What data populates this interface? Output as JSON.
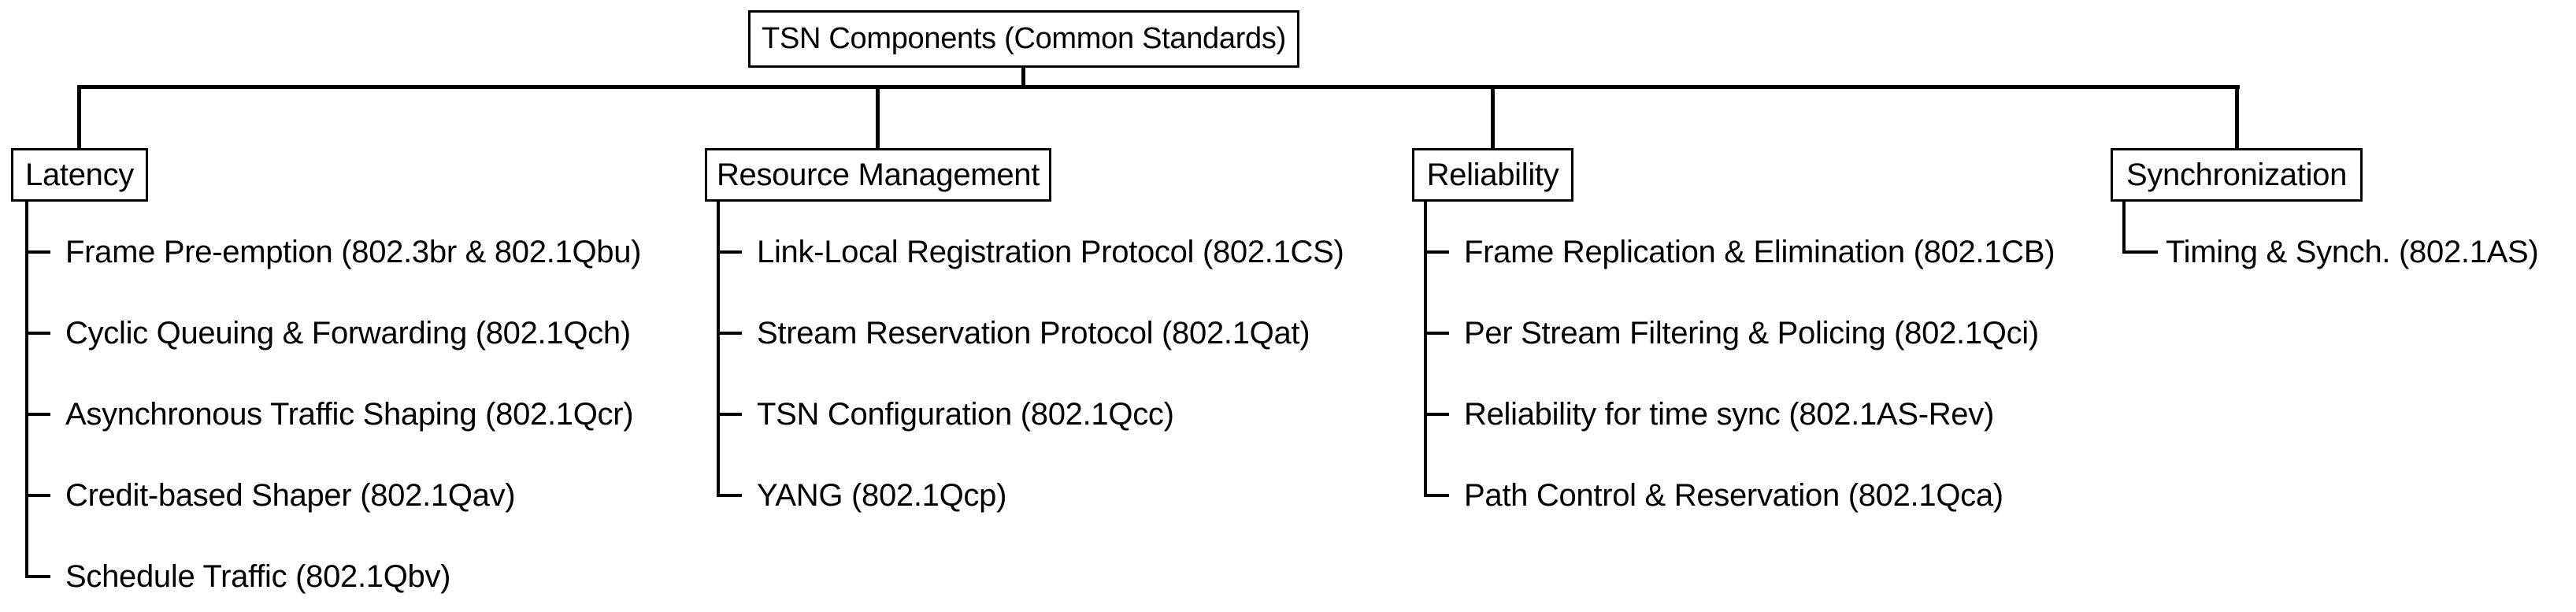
{
  "diagram": {
    "title_note": "TSN standards taxonomy tree",
    "colors": {
      "line": "#000000",
      "text": "#000000",
      "background": "#ffffff"
    },
    "root": {
      "label": "TSN Components (Common Standards)"
    },
    "categories": [
      {
        "label": "Latency",
        "items": [
          "Frame Pre-emption (802.3br & 802.1Qbu)",
          "Cyclic Queuing & Forwarding (802.1Qch)",
          "Asynchronous Traffic Shaping (802.1Qcr)",
          "Credit-based Shaper (802.1Qav)",
          "Schedule Traffic (802.1Qbv)"
        ]
      },
      {
        "label": "Resource Management",
        "items": [
          "Link-Local Registration Protocol (802.1CS)",
          "Stream Reservation Protocol (802.1Qat)",
          "TSN Configuration (802.1Qcc)",
          "YANG (802.1Qcp)"
        ]
      },
      {
        "label": "Reliability",
        "items": [
          "Frame Replication & Elimination (802.1CB)",
          "Per Stream Filtering & Policing (802.1Qci)",
          "Reliability for time sync (802.1AS-Rev)",
          "Path Control & Reservation (802.1Qca)"
        ]
      },
      {
        "label": "Synchronization",
        "items": [
          "Timing & Synch. (802.1AS)"
        ]
      }
    ]
  }
}
